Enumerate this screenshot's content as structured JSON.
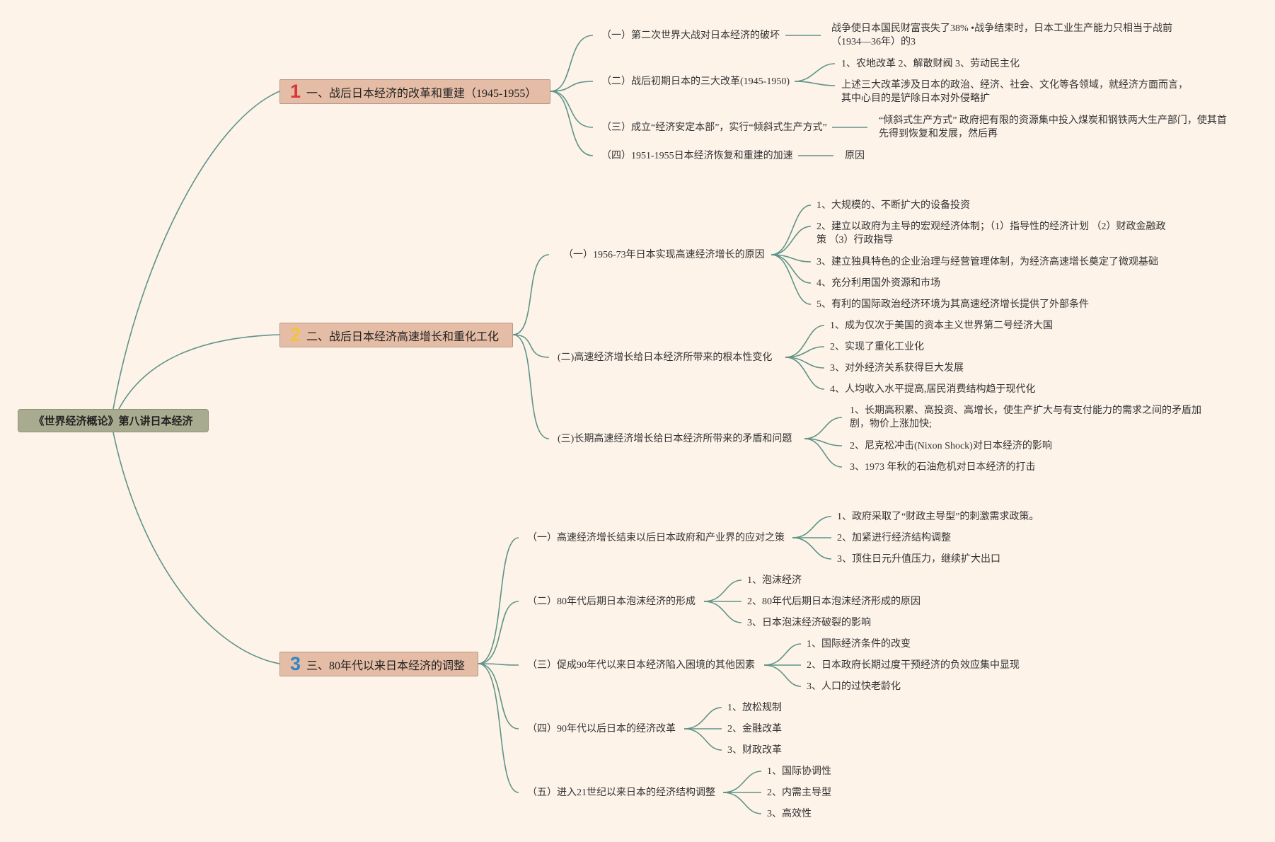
{
  "root": "《世界经济概论》第八讲日本经济",
  "colors": {
    "background": "#fdf3e9",
    "root_fill": "#a8ab8f",
    "branch_fill": "#e5bda6",
    "line": "#5f9488"
  },
  "icons": [
    "number-1-icon",
    "number-2-icon",
    "number-3-icon"
  ],
  "sections": [
    {
      "number": "1",
      "title": "一、战后日本经济的改革和重建（1945-1955）",
      "topics": [
        {
          "label": "（一）第二次世界大战对日本经济的破坏",
          "items": [
            "战争使日本国民财富丧失了38% •战争结束时，日本工业生产能力只相当于战前（1934—36年）的3"
          ]
        },
        {
          "label": "（二）战后初期日本的三大改革(1945-1950)",
          "items": [
            "1、农地改革 2、解散财阀 3、劳动民主化",
            "上述三大改革涉及日本的政治、经济、社会、文化等各领域，就经济方面而言，其中心目的是铲除日本对外侵略扩"
          ]
        },
        {
          "label": "（三）成立“经济安定本部”，实行“倾斜式生产方式”",
          "items": [
            "“倾斜式生产方式” 政府把有限的资源集中投入煤炭和钢铁两大生产部门，使其首先得到恢复和发展，然后再"
          ]
        },
        {
          "label": "（四）1951-1955日本经济恢复和重建的加速",
          "items": [
            "原因"
          ]
        }
      ]
    },
    {
      "number": "2",
      "title": "二、战后日本经济高速增长和重化工化",
      "topics": [
        {
          "label": "（一）1956-73年日本实现高速经济增长的原因",
          "items": [
            "1、大规模的、不断扩大的设备投资",
            "2、建立以政府为主导的宏观经济体制；（1）指导性的经济计划 （2）财政金融政策 （3）行政指导",
            "3、建立独具特色的企业治理与经营管理体制，为经济高速增长奠定了微观基础",
            "4、充分利用国外资源和市场",
            "5、有利的国际政治经济环境为其高速经济增长提供了外部条件"
          ]
        },
        {
          "label": "(二)高速经济增长给日本经济所带来的根本性变化",
          "items": [
            "1、成为仅次于美国的资本主义世界第二号经济大国",
            "2、实现了重化工业化",
            "3、对外经济关系获得巨大发展",
            "4、人均收入水平提高,居民消费结构趋于现代化"
          ]
        },
        {
          "label": "(三)长期高速经济增长给日本经济所带来的矛盾和问题",
          "items": [
            "1、长期高积累、高投资、高增长，使生产扩大与有支付能力的需求之间的矛盾加剧，物价上涨加快;",
            "2、尼克松冲击(Nixon Shock)对日本经济的影响",
            "3、1973 年秋的石油危机对日本经济的打击"
          ]
        }
      ]
    },
    {
      "number": "3",
      "title": "三、80年代以来日本经济的调整",
      "topics": [
        {
          "label": "（一）高速经济增长结束以后日本政府和产业界的应对之策",
          "items": [
            "1、政府采取了“财政主导型”的刺激需求政策。",
            "2、加紧进行经济结构调整",
            "3、顶住日元升值压力，继续扩大出口"
          ]
        },
        {
          "label": "（二）80年代后期日本泡沫经济的形成",
          "items": [
            "1、泡沫经济",
            "2、80年代后期日本泡沫经济形成的原因",
            "3、日本泡沫经济破裂的影响"
          ]
        },
        {
          "label": "（三）促成90年代以来日本经济陷入困境的其他因素",
          "items": [
            "1、国际经济条件的改变",
            "2、日本政府长期过度干预经济的负效应集中显现",
            "3、人口的过快老龄化"
          ]
        },
        {
          "label": "（四）90年代以后日本的经济改革",
          "items": [
            "1、放松规制",
            "2、金融改革",
            "3、财政改革"
          ]
        },
        {
          "label": "（五）进入21世纪以来日本的经济结构调整",
          "items": [
            "1、国际协调性",
            "2、内需主导型",
            "3、高效性"
          ]
        }
      ]
    }
  ]
}
